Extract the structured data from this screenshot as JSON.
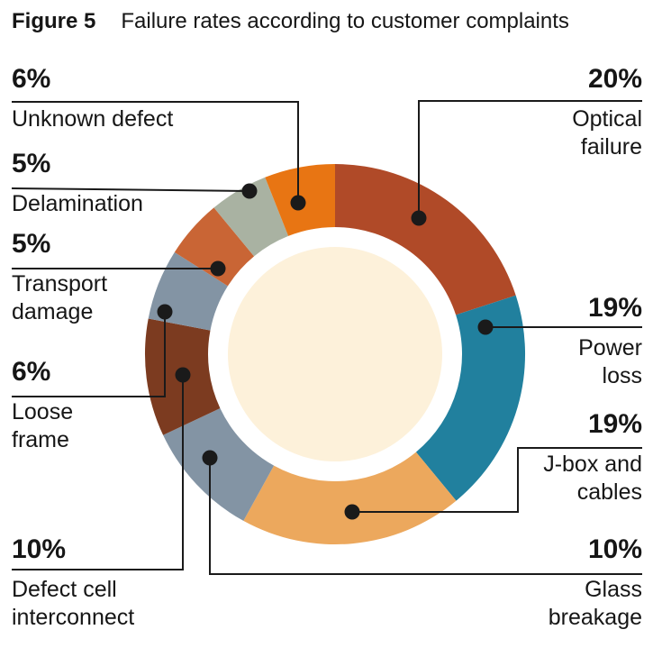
{
  "title": {
    "figure_label": "Figure 5",
    "text": "Failure rates according to customer complaints"
  },
  "chart_data": {
    "type": "pie",
    "subtype": "donut",
    "title": "Failure rates according to customer complaints",
    "unit": "%",
    "start_angle_deg": -90,
    "direction": "clockwise",
    "legend_position": "callouts",
    "segments": [
      {
        "label": "Optical failure",
        "value": 20,
        "color": "#B04A28"
      },
      {
        "label": "Power loss",
        "value": 19,
        "color": "#21809E"
      },
      {
        "label": "J-box and cables",
        "value": 19,
        "color": "#ECA85D"
      },
      {
        "label": "Glass breakage",
        "value": 10,
        "color": "#8394A4"
      },
      {
        "label": "Defect cell interconnect",
        "value": 10,
        "color": "#7C3B20"
      },
      {
        "label": "Loose frame",
        "value": 6,
        "color": "#8394A4"
      },
      {
        "label": "Transport damage",
        "value": 5,
        "color": "#C96535"
      },
      {
        "label": "Delamination",
        "value": 5,
        "color": "#A9B2A2"
      },
      {
        "label": "Unknown defect",
        "value": 6,
        "color": "#E87513"
      }
    ],
    "center_fill": "#FDF1DA",
    "ring_gap_fill": "#FFFFFF",
    "line_color": "#1A1A1A"
  },
  "callouts": [
    {
      "pct": "6%",
      "line1": "Unknown defect",
      "line2": ""
    },
    {
      "pct": "5%",
      "line1": "Delamination",
      "line2": ""
    },
    {
      "pct": "5%",
      "line1": "Transport",
      "line2": "damage"
    },
    {
      "pct": "6%",
      "line1": "Loose",
      "line2": "frame"
    },
    {
      "pct": "10%",
      "line1": "Defect cell",
      "line2": "interconnect"
    },
    {
      "pct": "20%",
      "line1": "Optical",
      "line2": "failure"
    },
    {
      "pct": "19%",
      "line1": "Power",
      "line2": "loss"
    },
    {
      "pct": "19%",
      "line1": "J-box and",
      "line2": "cables"
    },
    {
      "pct": "10%",
      "line1": "Glass",
      "line2": "breakage"
    }
  ]
}
